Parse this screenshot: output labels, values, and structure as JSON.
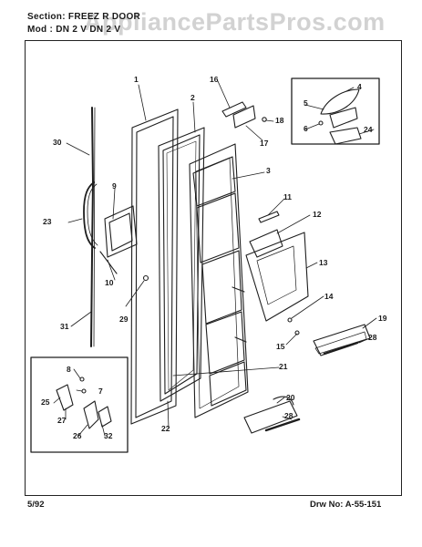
{
  "header": {
    "section_line": "Section:  FREEZ R DOOR",
    "model_line": "Mod  : DN  2  V  DN  2  V"
  },
  "watermark": "AppliancePartsPros.com",
  "footer": {
    "date": "5/92",
    "drawing_no": "Drw  No:  A-55-151"
  },
  "callouts": {
    "c1": "1",
    "c2": "2",
    "c3": "3",
    "c4": "4",
    "c5": "5",
    "c6": "6",
    "c7": "7",
    "c8": "8",
    "c9": "9",
    "c10": "10",
    "c11": "11",
    "c12": "12",
    "c13": "13",
    "c14": "14",
    "c15": "15",
    "c16": "16",
    "c17": "17",
    "c18": "18",
    "c19": "19",
    "c20": "20",
    "c21": "21",
    "c22": "22",
    "c23": "23",
    "c24": "24",
    "c25": "25",
    "c26": "26",
    "c27": "27",
    "c28a": "28",
    "c28b": "28",
    "c29": "29",
    "c30": "30",
    "c31": "31",
    "c32": "32"
  }
}
